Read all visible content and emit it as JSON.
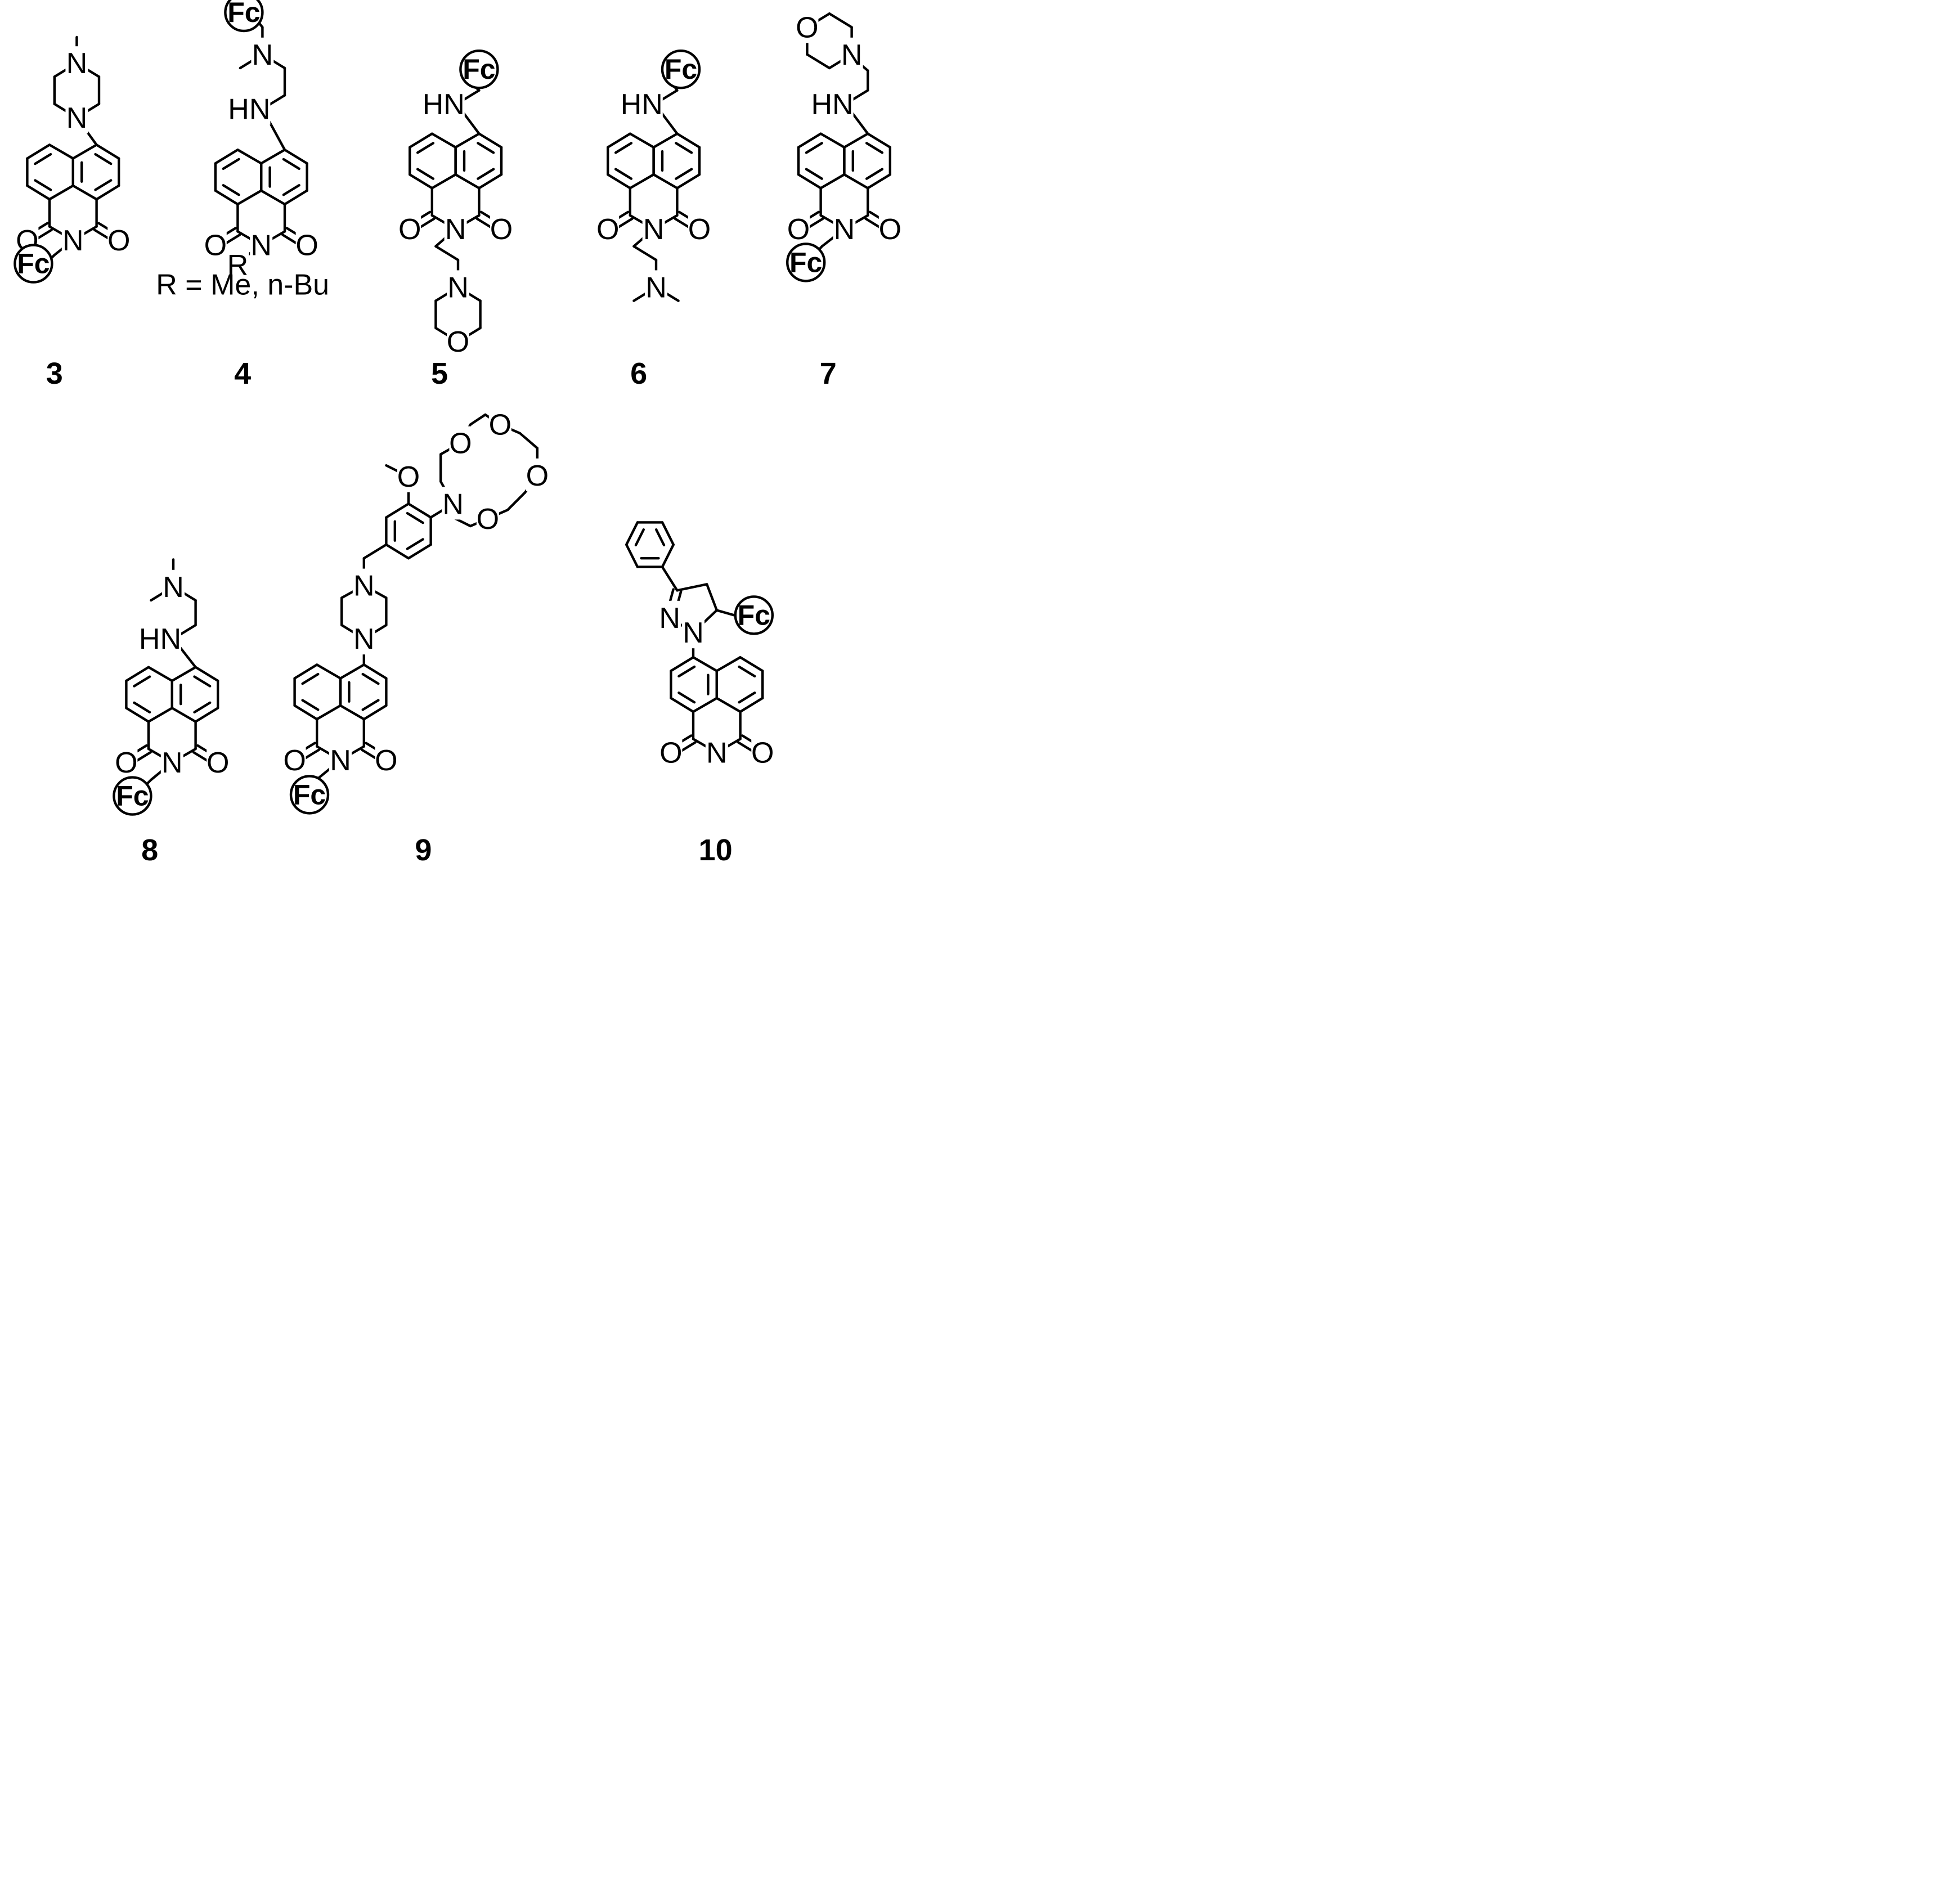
{
  "compounds": [
    {
      "id": "c3",
      "label": "3",
      "atoms": {
        "n_top": "N",
        "n_bottom": "N",
        "n_imide": "N",
        "o1": "O",
        "o2": "O",
        "fc": "Fc"
      }
    },
    {
      "id": "c4",
      "label": "4",
      "atoms": {
        "n_amine": "N",
        "nh": "HN",
        "n_imide": "N",
        "o1": "O",
        "o2": "O",
        "r": "R",
        "fc": "Fc"
      },
      "note": "R = Me, n-Bu"
    },
    {
      "id": "c5",
      "label": "5",
      "atoms": {
        "nh": "HN",
        "n_imide": "N",
        "o1": "O",
        "o2": "O",
        "n_morph": "N",
        "o_morph": "O",
        "fc": "Fc"
      }
    },
    {
      "id": "c6",
      "label": "6",
      "atoms": {
        "nh": "HN",
        "n_imide": "N",
        "o1": "O",
        "o2": "O",
        "n_amine": "N",
        "fc": "Fc"
      }
    },
    {
      "id": "c7",
      "label": "7",
      "atoms": {
        "o_morph": "O",
        "n_morph": "N",
        "nh": "HN",
        "n_imide": "N",
        "o1": "O",
        "o2": "O",
        "fc": "Fc"
      }
    },
    {
      "id": "c8",
      "label": "8",
      "atoms": {
        "n_amine": "N",
        "nh": "HN",
        "n_imide": "N",
        "o1": "O",
        "o2": "O",
        "fc": "Fc"
      }
    },
    {
      "id": "c9",
      "label": "9",
      "atoms": {
        "o_methoxy": "O",
        "n_crown": "N",
        "o_crown1": "O",
        "o_crown2": "O",
        "o_crown3": "O",
        "o_crown4": "O",
        "n_pip_top": "N",
        "n_pip_bottom": "N",
        "n_imide": "N",
        "o1": "O",
        "o2": "O",
        "fc": "Fc"
      }
    },
    {
      "id": "c10",
      "label": "10",
      "atoms": {
        "n_pyr1": "N",
        "n_pyr2": "N",
        "n_imide": "N",
        "o1": "O",
        "o2": "O",
        "fc": "Fc"
      }
    }
  ]
}
